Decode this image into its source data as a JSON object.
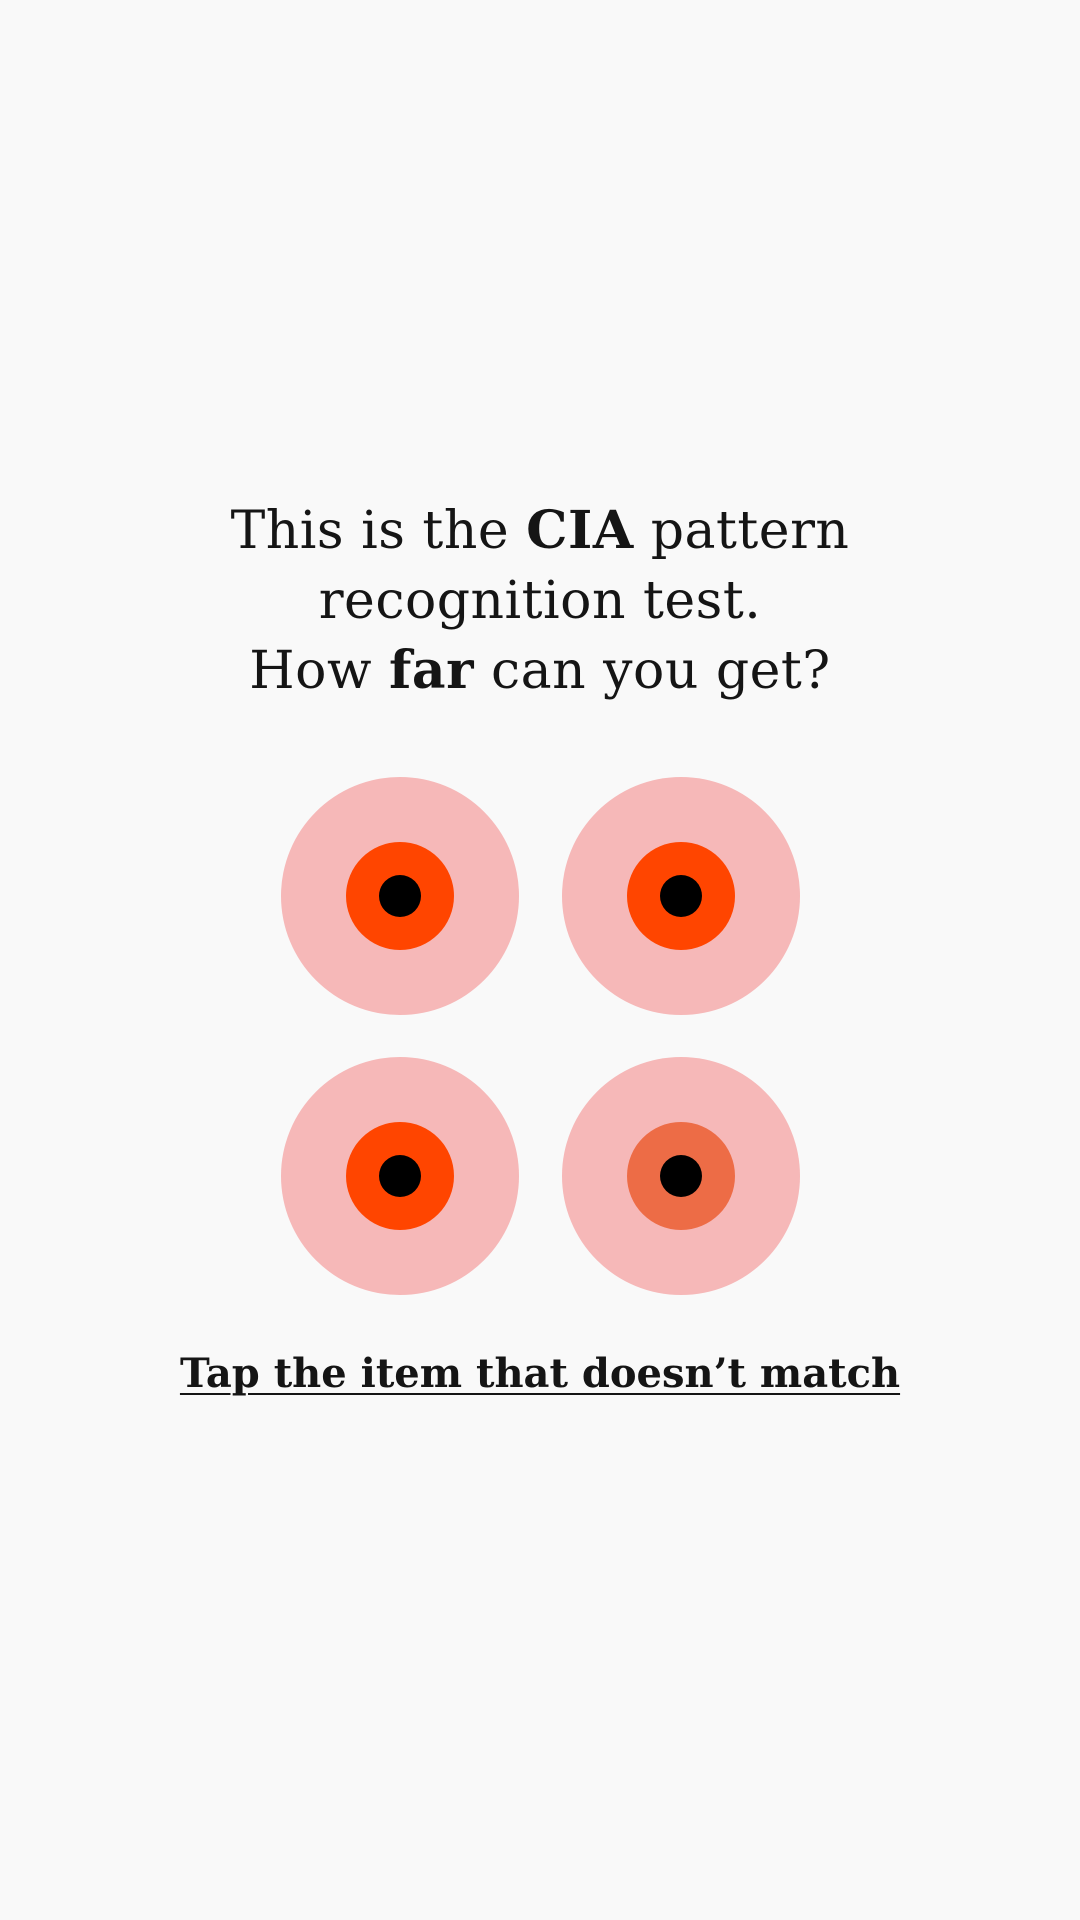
{
  "headline": {
    "line1_pre": "This is the ",
    "line1_bold": "CIA",
    "line1_post": " pattern",
    "line2": "recognition test.",
    "line3_pre": "How ",
    "line3_bold": "far",
    "line3_post": " can you get?"
  },
  "targets": [
    {
      "outer": "#f6b8b8",
      "middle": "#ff4500",
      "center": "#000000"
    },
    {
      "outer": "#f6b8b8",
      "middle": "#ff4500",
      "center": "#000000"
    },
    {
      "outer": "#f6b8b8",
      "middle": "#ff4500",
      "center": "#000000"
    },
    {
      "outer": "#f6b8b8",
      "middle": "#ed6c46",
      "center": "#000000"
    }
  ],
  "instruction": {
    "label": "Tap the item that doesn’t match"
  },
  "colors": {
    "background": "#f9f9f9",
    "text": "#151515"
  }
}
